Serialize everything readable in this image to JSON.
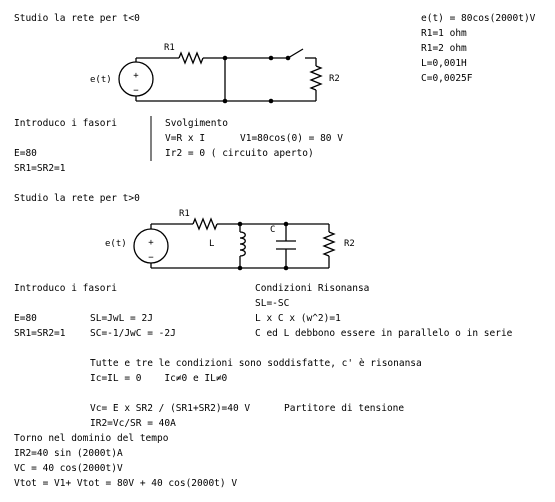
{
  "section1": {
    "title": "Studio la rete per t<0",
    "params": [
      "e(t) = 80cos(2000t)V",
      "R1=1 ohm",
      "R1=2 ohm",
      "L=0,001H",
      "C=0,0025F"
    ],
    "circuit": {
      "src_label": "e(t)",
      "r1_label": "R1",
      "r2_label": "R2",
      "plus": "+",
      "minus": "−"
    },
    "left_heading": "Introduco i fasori",
    "left_lines": [
      "E=80",
      "SR1=SR2=1"
    ],
    "right_heading": "Svolgimento",
    "right_line1a": "V=R x I",
    "right_line1b": "V1=80cos(0) = 80 V",
    "right_line2": "Ir2 = 0 ( circuito aperto)"
  },
  "section2": {
    "title": "Studio la rete per t>0",
    "circuit": {
      "src_label": "e(t)",
      "r1_label": "R1",
      "l_label": "L",
      "c_label": "C",
      "r2_label": "R2",
      "plus": "+",
      "minus": "−"
    },
    "left_heading": "Introduco i fasori",
    "row1": [
      "E=80",
      "SL=JwL = 2J",
      "L x C x (w^2)=1"
    ],
    "row2": [
      "SR1=SR2=1",
      "SC=-1/JwC = -2J",
      "C ed L debbono essere in parallelo o in serie"
    ],
    "res_heading": "Condizioni Risonansa",
    "res_line": "SL=-SC"
  },
  "conclusion": {
    "line1": "Tutte e tre le condizioni sono soddisfatte, c' è risonansa",
    "line2": "Ic=IL = 0    Ic≠0 e IL≠0",
    "line3a": "Vc= E x SR2 / (SR1+SR2)=40 V",
    "line3b": "Partitore di tensione",
    "line4": "IR2=Vc/SR = 40A"
  },
  "time_domain": {
    "heading": "Torno nel dominio del tempo",
    "lines": [
      "IR2=40 sin (2000t)A",
      "VC = 40 cos(2000t)V",
      "Vtot = V1+ Vtot = 80V + 40 cos(2000t) V"
    ]
  }
}
